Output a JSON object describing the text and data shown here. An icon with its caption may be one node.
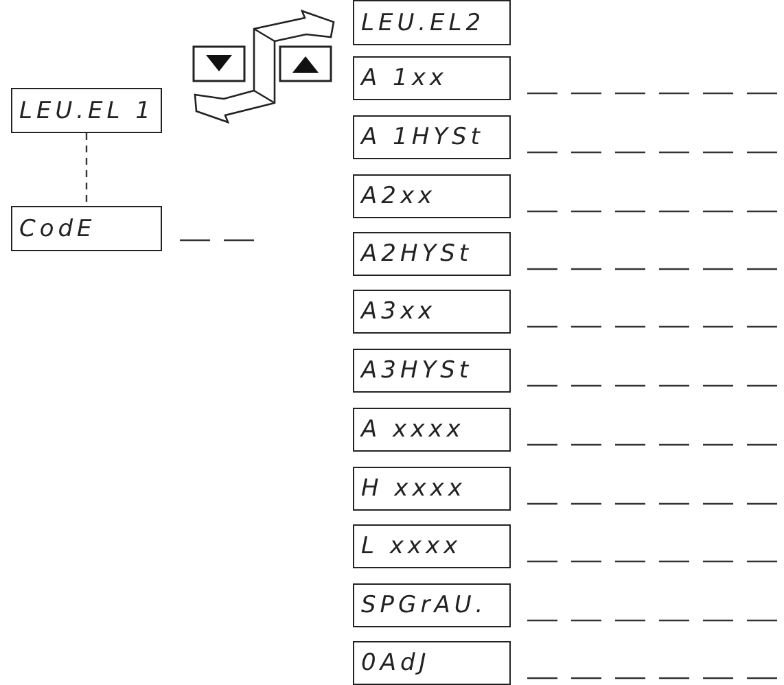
{
  "diagram": {
    "nodes": [
      {
        "text": [
          "LEU.EL 1"
        ]
      },
      {
        "text": [
          "CodE"
        ]
      },
      {
        "text": [
          "LEU.EL2"
        ]
      },
      {
        "text": [
          "A 1xx"
        ]
      },
      {
        "text": [
          "A 1HYSt"
        ]
      },
      {
        "text": [
          "A2xx"
        ]
      },
      {
        "text": [
          "A2HYSt"
        ]
      },
      {
        "text": [
          "A3xx"
        ]
      },
      {
        "text": [
          "A3HYSt"
        ]
      },
      {
        "text": [
          "A xxxx"
        ]
      },
      {
        "text": [
          "H xxxx"
        ]
      },
      {
        "text": [
          "L xxxx"
        ]
      },
      {
        "text": [
          "SPGrAU."
        ]
      },
      {
        "text": [
          "0AdJ"
        ]
      }
    ],
    "edges": [
      {
        "from": 0,
        "to": 1,
        "arrow": "none",
        "style": "dashed"
      }
    ]
  }
}
